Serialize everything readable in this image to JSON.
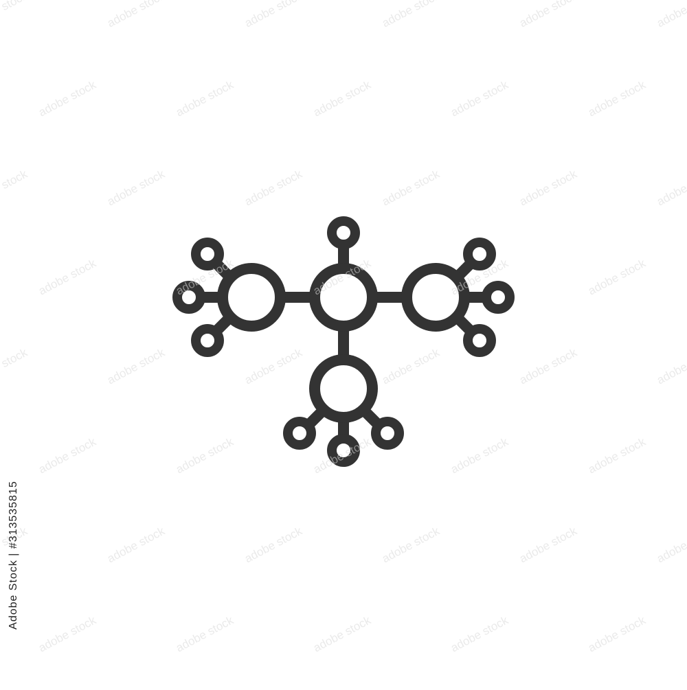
{
  "icon": {
    "name": "network-nodes-icon",
    "stroke_color": "#333333"
  },
  "watermark": {
    "text": "adobe stock",
    "color": "#d9d9d9"
  },
  "stock_id": {
    "text": "313535815",
    "prefix": "Adobe Stock | #",
    "color": "#222222"
  }
}
